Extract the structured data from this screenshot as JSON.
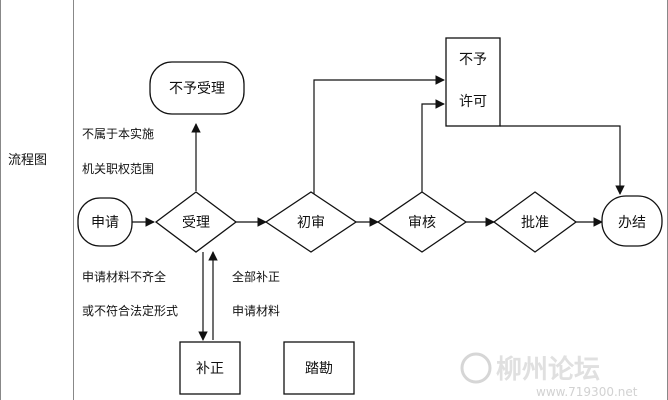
{
  "row_label": "流程图",
  "nodes": {
    "apply": "申请",
    "accept": "受理",
    "reject": "不予受理",
    "first_review": "初审",
    "audit": "审核",
    "approve": "批准",
    "done": "办结",
    "correction": "补正",
    "inspection": "踏勘",
    "deny_line1": "不予",
    "deny_line2": "许可"
  },
  "notes": {
    "scope_line1": "不属于本实施",
    "scope_line2": "机关职权范围",
    "incomplete_line1": "申请材料不齐全",
    "incomplete_line2": "或不符合法定形式",
    "corrected_line1": "全部补正",
    "corrected_line2": "申请材料"
  },
  "watermark": {
    "main": "柳州论坛",
    "url": "www.719300.net"
  },
  "colors": {
    "line": "#111111",
    "border": "#888888",
    "watermark": "#d9d9d9"
  }
}
